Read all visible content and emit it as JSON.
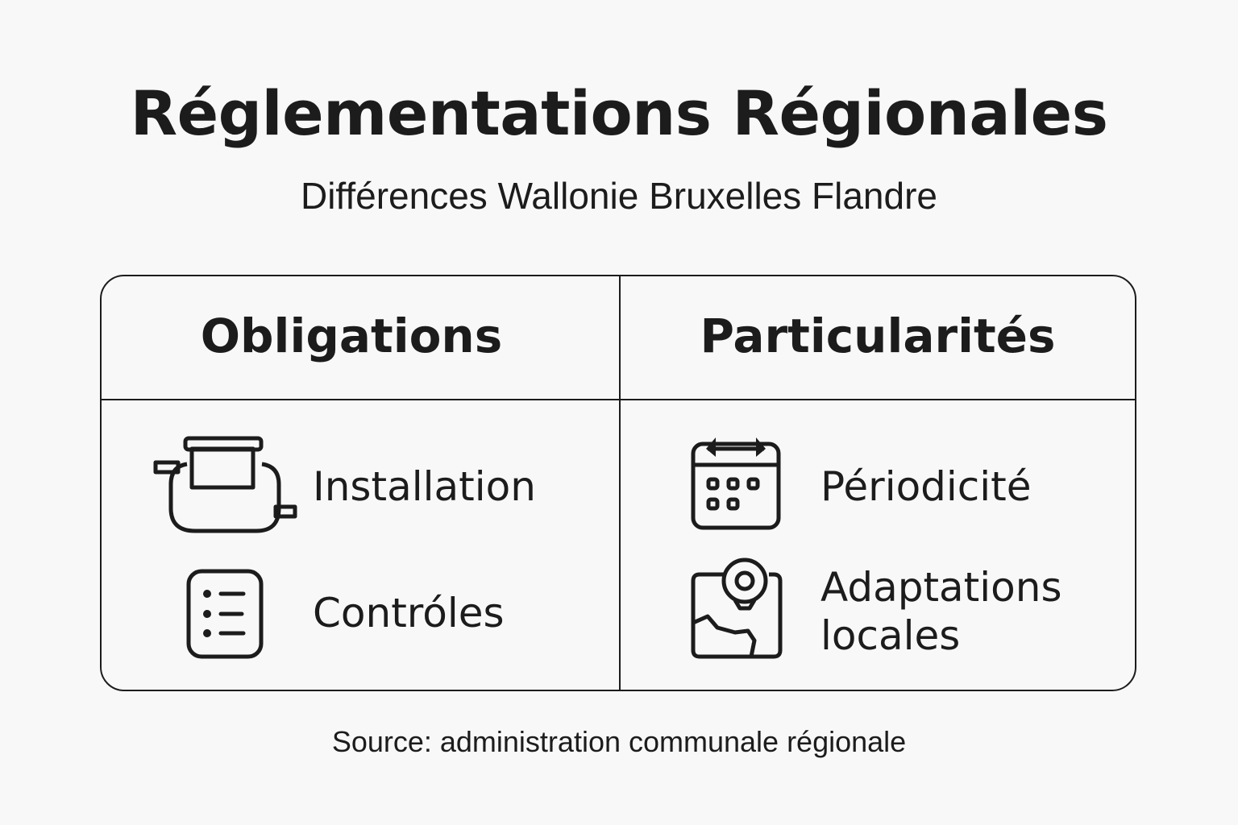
{
  "title": "Réglementations Régionales",
  "subtitle": "Différences Wallonie Bruxelles Flandre",
  "table": {
    "columns": [
      {
        "header": "Obligations",
        "items": [
          {
            "label": "Installation",
            "icon": "septic-tank-icon"
          },
          {
            "label": "Contróles",
            "icon": "checklist-icon"
          }
        ]
      },
      {
        "header": "Particularités",
        "items": [
          {
            "label": "Périodicité",
            "icon": "calendar-icon"
          },
          {
            "label_line1": "Adaptations",
            "label_line2": "locales",
            "icon": "map-pin-icon"
          }
        ]
      }
    ]
  },
  "source": "Source: administration communale régionale"
}
